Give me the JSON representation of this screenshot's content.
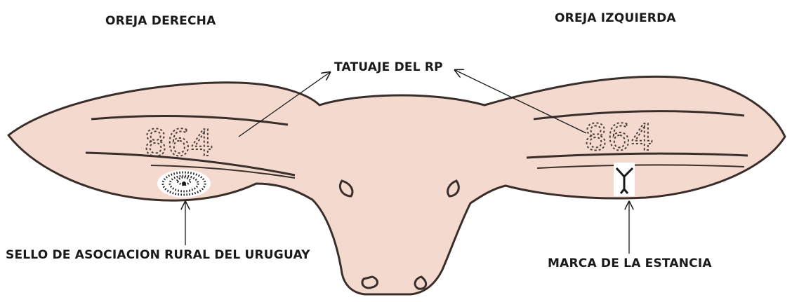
{
  "labels": {
    "right_ear": "OREJA DERECHA",
    "left_ear": "OREJA IZQUIERDA",
    "tattoo": "TATUAJE DEL RP",
    "seal": "SELLO DE ASOCIACION RURAL DEL URUGUAY",
    "brand": "MARCA DE LA ESTANCIA"
  },
  "ear_numbers": {
    "right": "864",
    "left": "864"
  },
  "colors": {
    "skin": "#f4d9cf",
    "outline": "#3a2e2b",
    "ink": "#1a1a1a"
  }
}
